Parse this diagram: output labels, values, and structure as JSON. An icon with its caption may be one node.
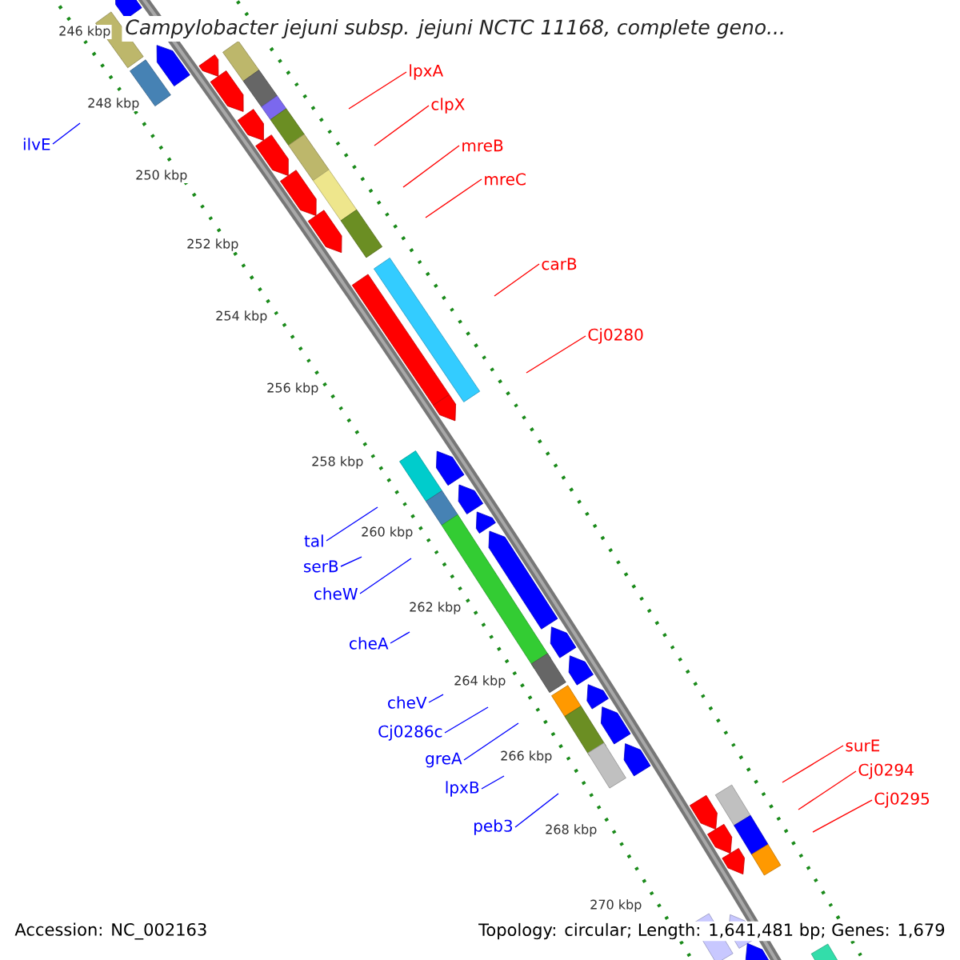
{
  "diagram": {
    "title": "Campylobacter jejuni subsp. jejuni NCTC 11168, complete geno...",
    "nodes": [
      {
        "text": [
          "ilvE"
        ]
      },
      {
        "text": [
          "lpxA"
        ]
      },
      {
        "text": [
          "clpX"
        ]
      },
      {
        "text": [
          "mreB"
        ]
      },
      {
        "text": [
          "mreC"
        ]
      },
      {
        "text": [
          "carB"
        ]
      },
      {
        "text": [
          "Cj0280"
        ]
      },
      {
        "text": [
          "tal"
        ]
      },
      {
        "text": [
          "serB"
        ]
      },
      {
        "text": [
          "cheW"
        ]
      },
      {
        "text": [
          "cheA"
        ]
      },
      {
        "text": [
          "cheV"
        ]
      },
      {
        "text": [
          "Cj0286c"
        ]
      },
      {
        "text": [
          "greA"
        ]
      },
      {
        "text": [
          "lpxB"
        ]
      },
      {
        "text": [
          "peb3"
        ]
      },
      {
        "text": [
          "surE"
        ]
      },
      {
        "text": [
          "Cj0294"
        ]
      },
      {
        "text": [
          "Cj0295"
        ]
      }
    ],
    "edges": [
      {
        "from": 0,
        "to": null,
        "arrow": "none"
      },
      {
        "from": 1,
        "to": null,
        "arrow": "none",
        "color": "#ff0000"
      },
      {
        "from": 2,
        "to": null,
        "arrow": "none",
        "color": "#ff0000"
      },
      {
        "from": 3,
        "to": null,
        "arrow": "none",
        "color": "#ff0000"
      },
      {
        "from": 4,
        "to": null,
        "arrow": "none",
        "color": "#ff0000"
      },
      {
        "from": 5,
        "to": null,
        "arrow": "none",
        "color": "#ff0000"
      },
      {
        "from": 6,
        "to": null,
        "arrow": "none",
        "color": "#ff0000"
      },
      {
        "from": 7,
        "to": null,
        "arrow": "none"
      },
      {
        "from": 8,
        "to": null,
        "arrow": "none"
      },
      {
        "from": 9,
        "to": null,
        "arrow": "none"
      },
      {
        "from": 10,
        "to": null,
        "arrow": "none"
      },
      {
        "from": 11,
        "to": null,
        "arrow": "none"
      },
      {
        "from": 12,
        "to": null,
        "arrow": "none"
      },
      {
        "from": 13,
        "to": null,
        "arrow": "none"
      },
      {
        "from": 14,
        "to": null,
        "arrow": "none"
      },
      {
        "from": 15,
        "to": null,
        "arrow": "none"
      },
      {
        "from": 16,
        "to": null,
        "arrow": "none",
        "color": "#ff0000"
      },
      {
        "from": 17,
        "to": null,
        "arrow": "none",
        "color": "#ff0000"
      },
      {
        "from": 18,
        "to": null,
        "arrow": "none",
        "color": "#ff0000"
      }
    ],
    "labels": [
      "246 kbp",
      "248 kbp",
      "250 kbp",
      "252 kbp",
      "254 kbp",
      "256 kbp",
      "258 kbp",
      "260 kbp",
      "262 kbp",
      "264 kbp",
      "266 kbp",
      "268 kbp",
      "270 kbp",
      "Accession: NC_002163",
      "Topology: circular; Length: 1,641,481 bp; Genes: 1,679"
    ]
  }
}
